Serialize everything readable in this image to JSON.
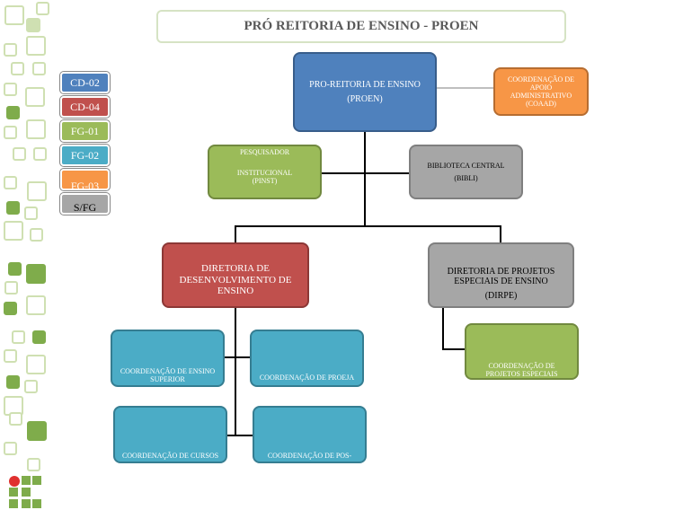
{
  "header": {
    "title": "PRÓ REITORIA DE ENSINO - PROEN"
  },
  "legend": [
    {
      "label": "CD-02",
      "color": "#4f81bd"
    },
    {
      "label": "CD-04",
      "color": "#c0504d"
    },
    {
      "label": "FG-01",
      "color": "#9bbb59"
    },
    {
      "label": "FG-02",
      "color": "#4bacc6"
    },
    {
      "label": "FG-03",
      "color": "#f79646"
    },
    {
      "label": "S/FG",
      "color": "#a6a6a6"
    }
  ],
  "nodes": {
    "proen": {
      "line1": "PRO-REITORIA DE ENSINO",
      "line2": "(PROEN)"
    },
    "coaad": {
      "line1": "COORDENAÇÃO DE APOIO",
      "line2": "ADMINISTRATIVO",
      "line3": "(COAAD)"
    },
    "pinst": {
      "line1": "PESQUISADOR",
      "line2": "INSTITUCIONAL",
      "line3": "(PINST)"
    },
    "bibli": {
      "line1": "BIBLIOTECA CENTRAL",
      "line2": "(BIBLI)"
    },
    "diretoria_desenvolvimento": {
      "line1": "DIRETORIA DE",
      "line2": "DESENVOLVIMENTO DE",
      "line3": "ENSINO"
    },
    "dirpe": {
      "line1": "DIRETORIA DE PROJETOS",
      "line2": "ESPECIAIS DE ENSINO",
      "line3": "(DIRPE)"
    },
    "coord_projetos_especiais": {
      "line1": "COORDENAÇÃO DE",
      "line2": "PROJETOS ESPECIAIS"
    },
    "coord_ensino_superior": {
      "line1": "COORDENAÇÃO DE ENSINO",
      "line2": "SUPERIOR"
    },
    "coord_proeja": {
      "line1": "COORDENAÇÃO DE PROEJA"
    },
    "coord_cursos": {
      "line1": "COORDENAÇÃO DE CURSOS"
    },
    "coord_pos": {
      "line1": "COORDENAÇÃO DE POS-"
    }
  }
}
